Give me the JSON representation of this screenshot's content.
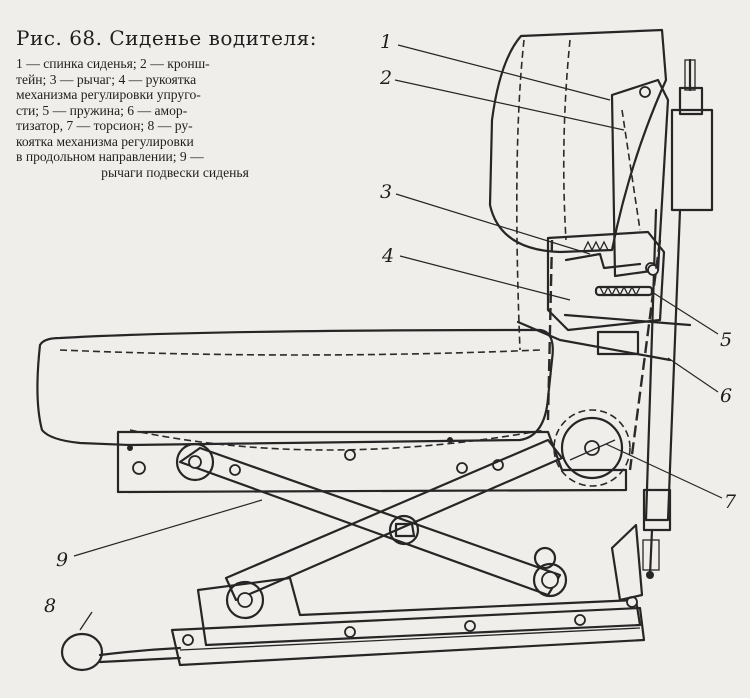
{
  "caption": {
    "title": "Рис. 68. Сиденье водителя:",
    "lines": [
      "1 — спинка сиденья; 2 — кронш-",
      "тейн; 3 — рычаг; 4 — рукоятка",
      "механизма регулировки упруго-",
      "сти; 5 — пружина; 6 — амор-",
      "тизатор, 7 — торсион; 8 — ру-",
      "коятка механизма регулировки",
      "в продольном направлении; 9 —",
      "рычаги подвески сиденья"
    ]
  },
  "callouts": {
    "c1": "1",
    "c2": "2",
    "c3": "3",
    "c4": "4",
    "c5": "5",
    "c6": "6",
    "c7": "7",
    "c8": "8",
    "c9": "9"
  }
}
